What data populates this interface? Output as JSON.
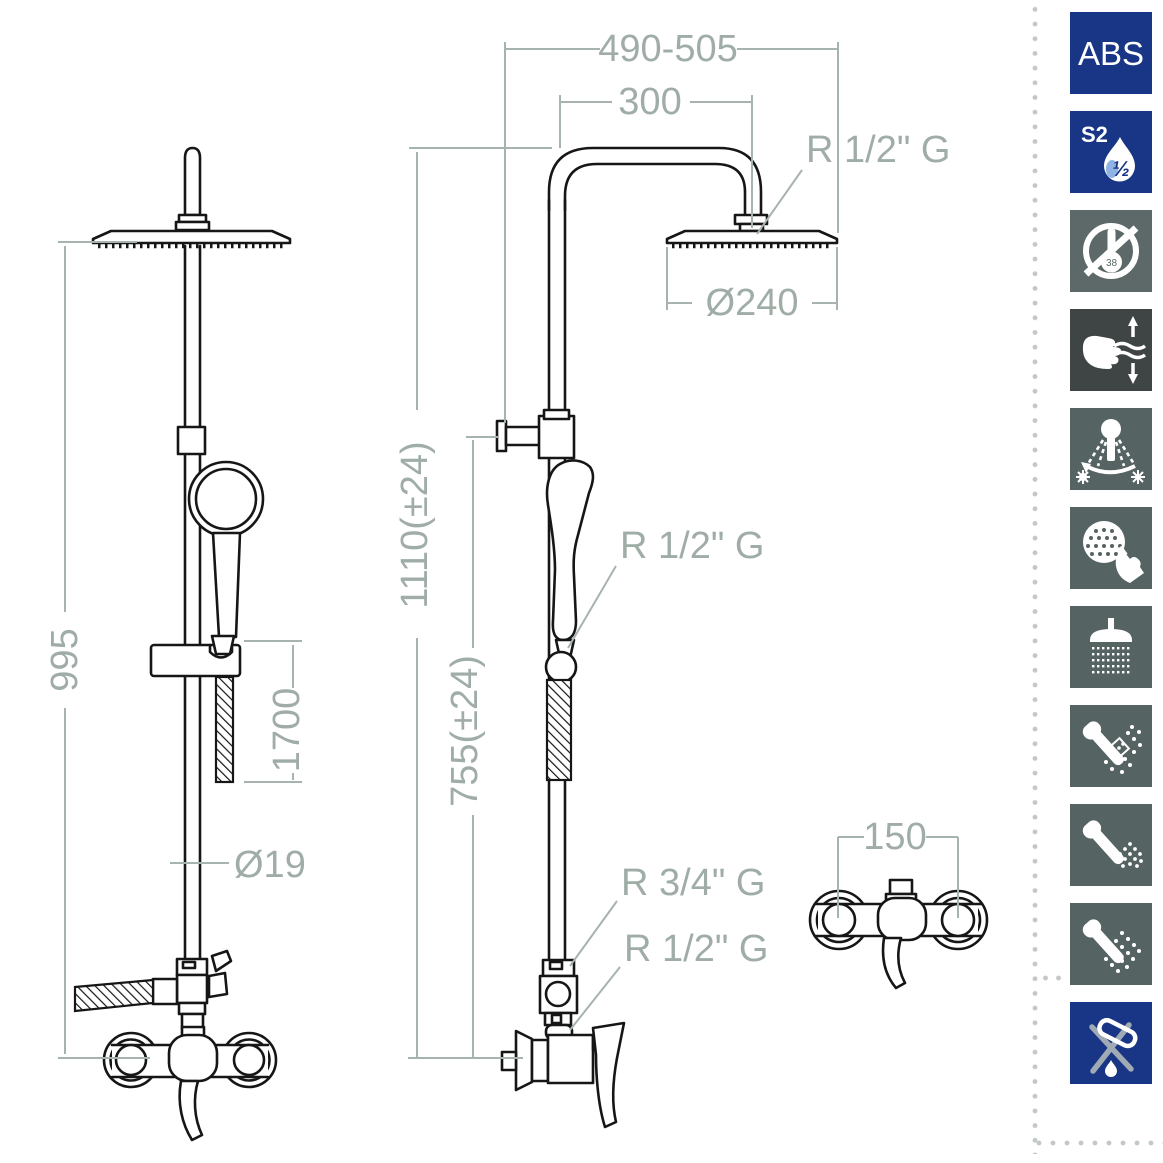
{
  "page": {
    "background": "#ffffff"
  },
  "drawing": {
    "description": "shower-column-technical-drawing",
    "line_color": "#161616",
    "dimension_color": "#a7b3ad",
    "dims": {
      "top_width": "490-505",
      "arm_length": "300",
      "head_thread": "R 1/2\" G",
      "head_diameter": "Ø240",
      "total_height": "1110(±24)",
      "riser_height": "755(±24)",
      "handshower_thread": "R 1/2\" G",
      "column_height": "995",
      "hose_length": "1700",
      "pipe_diameter": "Ø19",
      "inlet_thread": "R 3/4\" G",
      "outlet_thread": "R 1/2\" G",
      "mixer_centers": "150"
    }
  },
  "icons": {
    "panel_colors": {
      "blue": "#183685",
      "gray": "#5d6868",
      "charcoal": "#3f4444",
      "slate": "#566363"
    },
    "items": [
      {
        "id": "abs-material",
        "text": "ABS",
        "bg": "#183685"
      },
      {
        "id": "s2-half-inch-flow",
        "text": "S2",
        "fraction": "½",
        "bg": "#183685"
      },
      {
        "id": "no-thermostatic-38",
        "text": "38",
        "bg": "#5d6868"
      },
      {
        "id": "height-adjustable",
        "bg": "#3f4444"
      },
      {
        "id": "adjustable-spray-angle",
        "bg": "#566363"
      },
      {
        "id": "easy-clean-nozzles",
        "bg": "#566363"
      },
      {
        "id": "overhead-rain-spray",
        "bg": "#566363"
      },
      {
        "id": "handshower-spray-mist",
        "bg": "#566363"
      },
      {
        "id": "handshower-spray-jet",
        "bg": "#566363"
      },
      {
        "id": "handshower-spray-rain",
        "bg": "#566363"
      },
      {
        "id": "avoid-aggressive-cleaners",
        "bg": "#183685"
      }
    ]
  }
}
